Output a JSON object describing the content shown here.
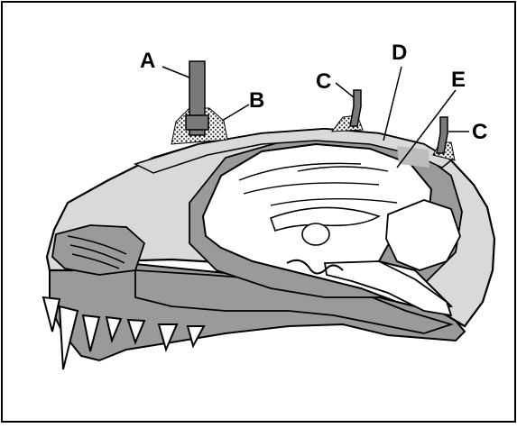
{
  "labels": {
    "a": "A",
    "b": "B",
    "c_left": "C",
    "c_right": "C",
    "d": "D",
    "e": "E"
  },
  "colors": {
    "bone_light": "#d9d9d9",
    "bone_dark": "#9a9a9a",
    "brain_white": "#ffffff",
    "electrode": "#7a7a7a",
    "outline": "#000000"
  }
}
